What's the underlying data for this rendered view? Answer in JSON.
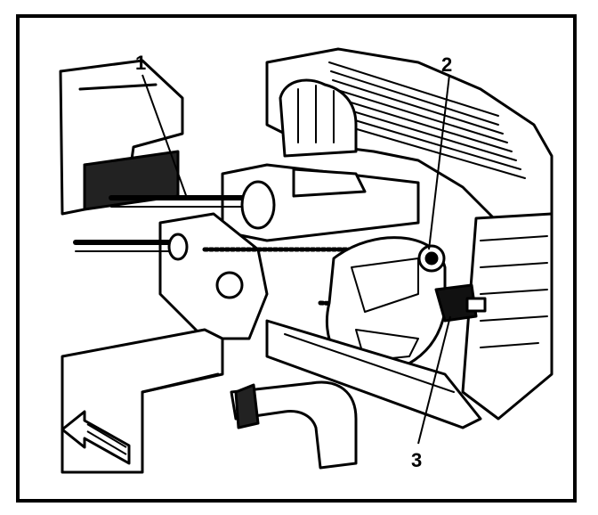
{
  "callouts": [
    {
      "id": "1",
      "label": "1"
    },
    {
      "id": "2",
      "label": "2"
    },
    {
      "id": "3",
      "label": "3"
    }
  ],
  "colors": {
    "line": "#000000",
    "background": "#ffffff"
  },
  "icons": {
    "direction_arrow": "forward-arrow-icon"
  }
}
